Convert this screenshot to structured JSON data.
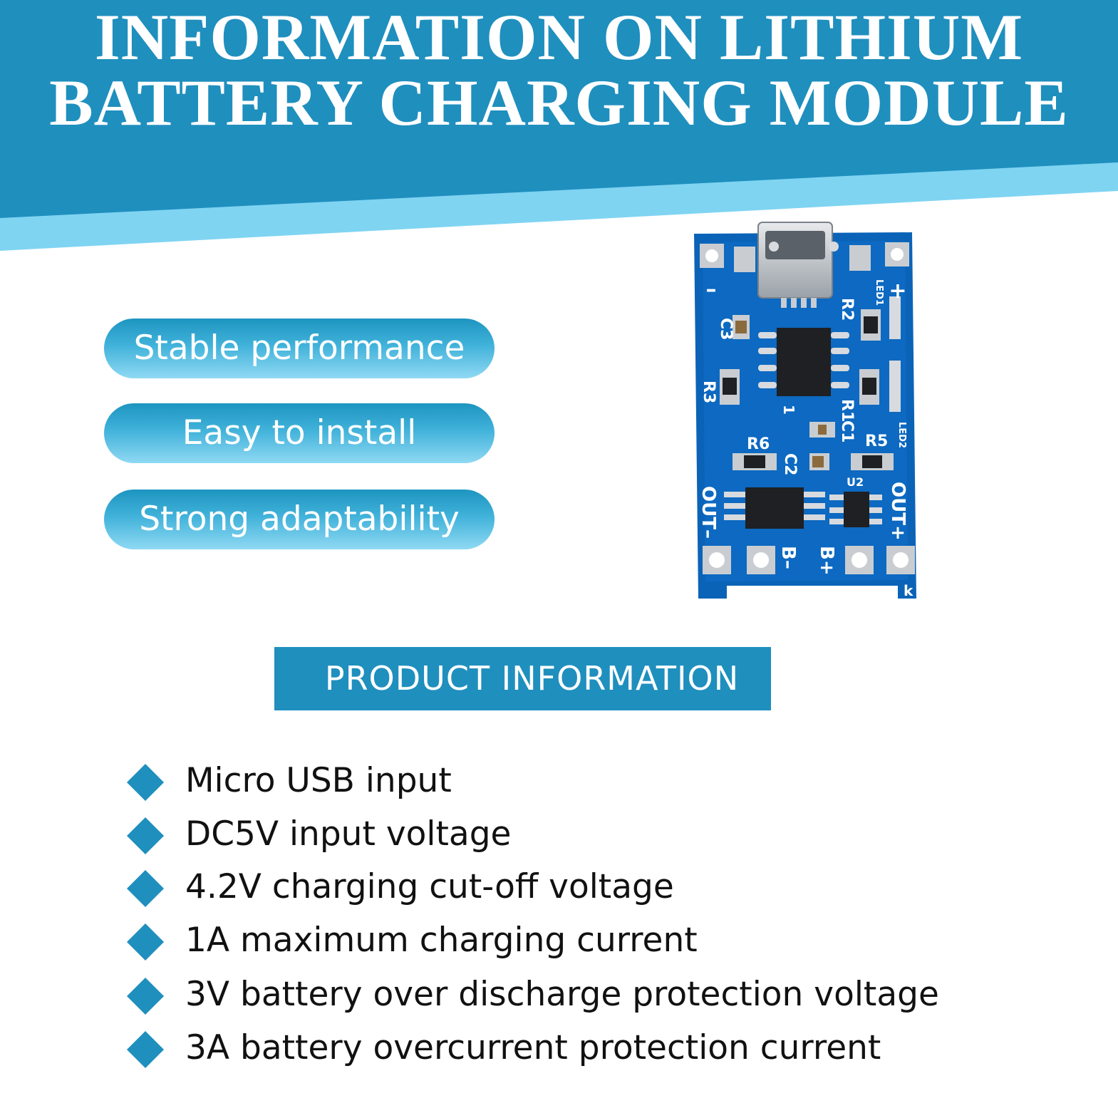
{
  "colors": {
    "primary_blue": "#1f8fbe",
    "light_stripe": "#7fd4f2",
    "text": "#111111",
    "pcb_blue": "#0b63b8"
  },
  "header": {
    "title_line1": "INFORMATION ON LITHIUM",
    "title_line2": "BATTERY CHARGING MODULE"
  },
  "badges": [
    "Stable performance",
    "Easy to install",
    "Strong adaptability"
  ],
  "board_labels": {
    "minus": "–",
    "plus": "+",
    "c3": "C3",
    "r2": "R2",
    "r3": "R3",
    "r1": "R1",
    "c1": "C1",
    "r6": "R6",
    "c2": "C2",
    "r5": "R5",
    "u1": "1",
    "u2": "U2",
    "led1": "LED1",
    "led2": "LED2",
    "out_minus": "OUT–",
    "out_plus": "OUT+",
    "b_minus": "B–",
    "b_plus": "B+",
    "corner": "k"
  },
  "section": {
    "title": "PRODUCT INFORMATION"
  },
  "features": [
    "Micro USB input",
    "DC5V input voltage",
    "4.2V charging cut-off voltage",
    "1A maximum charging current",
    "3V battery over discharge protection voltage",
    "3A battery overcurrent protection current"
  ]
}
